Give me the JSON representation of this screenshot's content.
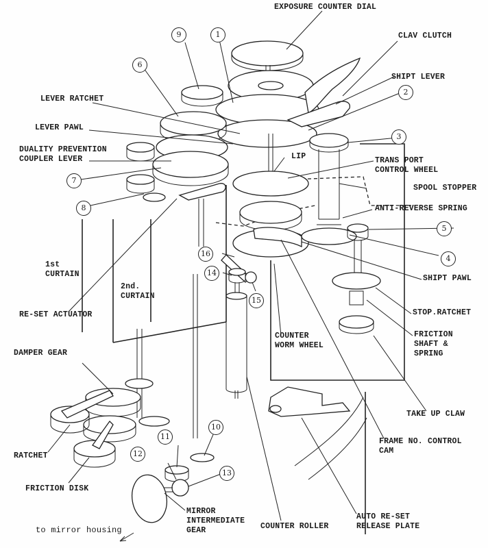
{
  "diagram": {
    "subject": "Camera film transport and counter mechanism (exploded view)",
    "labels": {
      "exposure_counter_dial": "EXPOSURE COUNTER DIAL",
      "clav_clutch": "CLAV CLUTCH",
      "shift_lever": "SHIPT LEVER",
      "lever_ratchet": "LEVER RATCHET",
      "lever_pawl": "LEVER PAWL",
      "duality_prevention": "DUALITY PREVENTION\nCOUPLER LEVER",
      "lip": "LIP",
      "transport_control_wheel": "TRANS PORT\nCONTROL WHEEL",
      "spool_stopper": "SPOOL STOPPER",
      "anti_reverse_spring": "ANTI-REVERSE SPRING",
      "first_curtain": "1st\nCURTAIN",
      "second_curtain": "2nd.\nCURTAIN",
      "reset_actuator": "RE-SET ACTUATOR",
      "shift_pawl": "SHIPT PAWL",
      "stop_ratchet": "STOP.RATCHET",
      "friction_shaft_spring": "FRICTION\nSHAFT &\nSPRING",
      "counter_worm_wheel": "COUNTER\nWORM WHEEL",
      "damper_gear": "DAMPER GEAR",
      "take_up_claw": "TAKE UP CLAW",
      "frame_no_control_cam": "FRAME NO. CONTROL\nCAM",
      "ratchet": "RATCHET",
      "friction_disk": "FRICTION DISK",
      "mirror_intermediate_gear": "MIRROR\nINTERMEDIATE\nGEAR",
      "counter_roller": "COUNTER ROLLER",
      "auto_reset_release_plate": "AUTO RE-SET\nRELEASE PLATE",
      "to_mirror_housing": "to mirror housing"
    },
    "callouts": [
      "1",
      "2",
      "3",
      "4",
      "5",
      "6",
      "7",
      "8",
      "9",
      "10",
      "11",
      "12",
      "13",
      "14",
      "15",
      "16"
    ]
  }
}
